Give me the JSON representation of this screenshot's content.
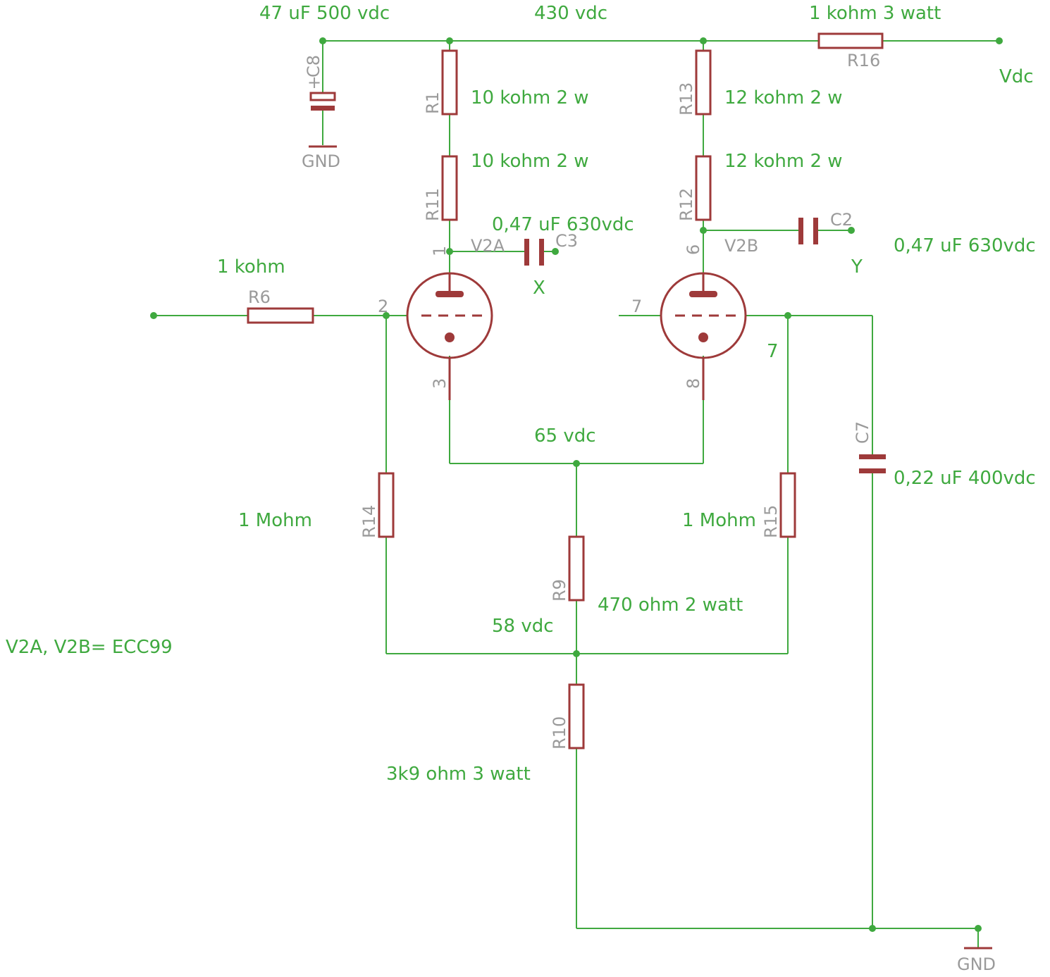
{
  "notes": {
    "c8_value": "47 uF 500 vdc",
    "supply_voltage": "430 vdc",
    "r16_value": "1 kohm 3 watt",
    "vdc": "Vdc",
    "r1_value": "10 kohm 2 w",
    "r11_value": "10 kohm 2 w",
    "r13_value": "12 kohm 2 w",
    "r12_value": "12 kohm 2 w",
    "c3_value": "0,47 uF  630vdc",
    "c2_value": "0,47 uF  630vdc",
    "r6_value": "1 kohm",
    "node_x": "X",
    "node_y": "Y",
    "pin7_note": "7",
    "cathode_voltage": "65 vdc",
    "c7_value": "0,22 uF  400vdc",
    "r14_value": "1 Mohm",
    "r15_value": "1 Mohm",
    "r9_value": "470 ohm 2 watt",
    "node_58": "58 vdc",
    "tube_type": "V2A, V2B= ECC99",
    "r10_value": "3k9 ohm 3 watt"
  },
  "designators": {
    "c8": "C8",
    "c8_plus": "+",
    "gnd_top": "GND",
    "gnd_bottom": "GND",
    "r1": "R1",
    "r11": "R11",
    "r13": "R13",
    "r12": "R12",
    "r16": "R16",
    "r6": "R6",
    "c3": "C3",
    "c2": "C2",
    "v2a": "V2A",
    "v2b": "V2B",
    "r14": "R14",
    "r15": "R15",
    "r9": "R9",
    "r10": "R10",
    "c7": "C7",
    "pin1": "1",
    "pin2": "2",
    "pin3": "3",
    "pin6": "6",
    "pin7": "7",
    "pin8": "8"
  }
}
